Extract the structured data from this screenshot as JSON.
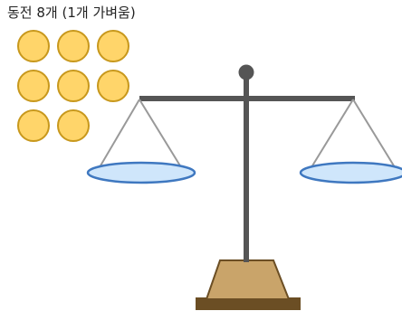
{
  "caption": "동전 8개 (1개 가벼움)",
  "coins": {
    "count": 8,
    "fill_color": "#ffd56a",
    "border_color": "#c8981c"
  },
  "balance": {
    "beam_color": "#555555",
    "pan_fill": "#cfe6fb",
    "pan_stroke": "#3f78c0",
    "string_color": "#999999",
    "base_color": "#c9a46a",
    "base_stroke": "#6b4e24",
    "ground_color": "#6b4e24",
    "state": "level"
  }
}
